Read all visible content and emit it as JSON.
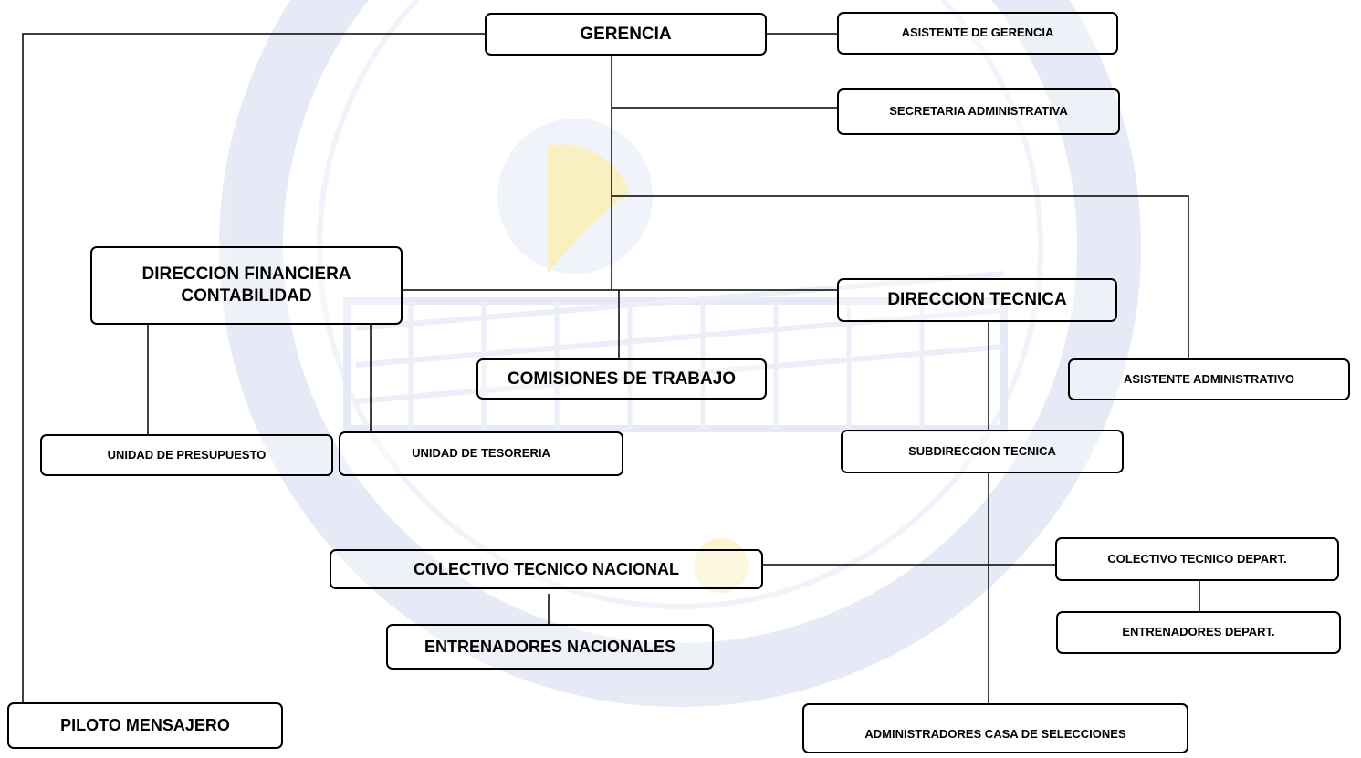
{
  "colors": {
    "line": "#000000",
    "box_border": "#000000",
    "watermark": "#c9d2ec",
    "watermark_accent": "#f2e07a"
  },
  "nodes": {
    "gerencia": "GERENCIA",
    "asistente_gerencia": "ASISTENTE DE GERENCIA",
    "secretaria_administrativa": "SECRETARIA ADMINISTRATIVA",
    "direccion_financiera": "DIRECCION FINANCIERA\nCONTABILIDAD",
    "direccion_tecnica": "DIRECCION TECNICA",
    "comisiones_trabajo": "COMISIONES DE TRABAJO",
    "asistente_administrativo": "ASISTENTE ADMINISTRATIVO",
    "unidad_presupuesto": "UNIDAD DE PRESUPUESTO",
    "unidad_tesoreria": "UNIDAD DE TESORERIA",
    "subdireccion_tecnica": "SUBDIRECCION TECNICA",
    "colectivo_tecnico_nacional": "COLECTIVO TECNICO NACIONAL",
    "colectivo_tecnico_depart": "COLECTIVO TECNICO DEPART.",
    "entrenadores_nacionales": "ENTRENADORES NACIONALES",
    "entrenadores_depart": "ENTRENADORES DEPART.",
    "piloto_mensajero": "PILOTO MENSAJERO",
    "administradores_casa": "ADMINISTRADORES CASA DE SELECCIONES"
  },
  "watermark": {
    "logo_icon": "federation-volleyball-seal-icon"
  }
}
